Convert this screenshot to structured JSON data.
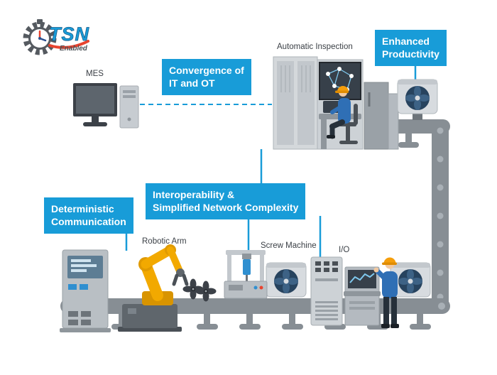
{
  "logo": {
    "title": "TSN",
    "subtitle": "Enabled"
  },
  "labels": {
    "mes": "MES",
    "automatic_inspection": "Automatic Inspection",
    "robotic_arm": "Robotic Arm",
    "screw_machine": "Screw Machine",
    "io": "I/O"
  },
  "callouts": {
    "convergence": {
      "line1": "Convergence of",
      "line2": "IT and OT"
    },
    "enhanced": {
      "line1": "Enhanced",
      "line2": "Productivity"
    },
    "interoperability": {
      "line1": "Interoperability &",
      "line2": "Simplified Network Complexity"
    },
    "deterministic": {
      "line1": "Deterministic",
      "line2": "Communication"
    }
  },
  "colors": {
    "callout_bg": "#189cd8",
    "connector_blue": "#189cd8",
    "robot_yellow": "#f2a900",
    "machine_gray": "#cdd2d6",
    "conveyor_gray": "#878e94",
    "worker_blue": "#2f6fb5",
    "helmet_orange": "#f59e0b",
    "fan_navy": "#27435e",
    "logo_blue": "#189cd8",
    "logo_red": "#e8432e",
    "screen_dark": "#37404a"
  }
}
